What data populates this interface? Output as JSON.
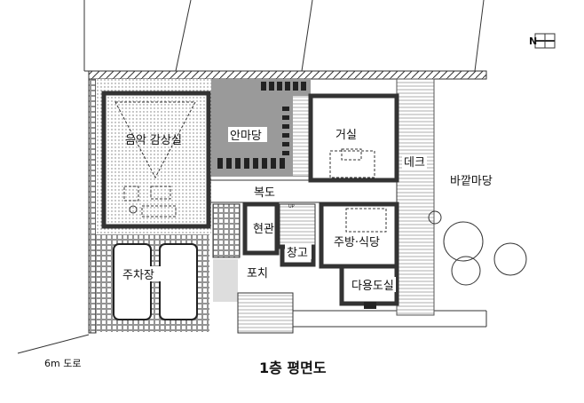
{
  "plan": {
    "title": "1층 평면도",
    "road_label": "6m 도로",
    "north_label": "N",
    "rooms": {
      "music_room": "음악 감상실",
      "inner_yard": "안마당",
      "living_room": "거실",
      "deck": "데크",
      "outer_yard": "바깥마당",
      "corridor": "복도",
      "entrance": "현관",
      "kitchen_dining": "주방·식당",
      "storage": "창고",
      "parking": "주차장",
      "porch": "포치",
      "utility_room": "다용도실",
      "stair_up": "UP"
    }
  }
}
